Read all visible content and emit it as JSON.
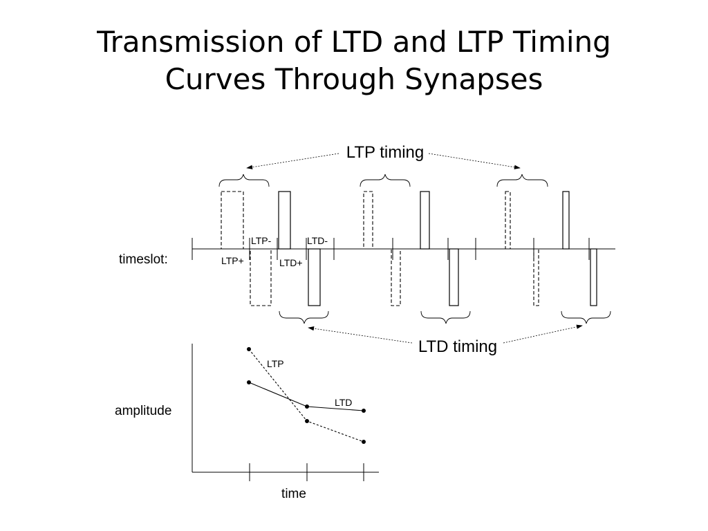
{
  "slide": {
    "title_line1": "Transmission of LTD and LTP Timing",
    "title_line2": "Curves Through Synapses"
  },
  "timing_diagram": {
    "ltp_timing_label": "LTP timing",
    "ltd_timing_label": "LTD timing",
    "timeslot_label": "timeslot:",
    "ltp_minus": "LTP-",
    "ltp_plus": "LTP+",
    "ltd_minus": "LTD-",
    "ltd_plus": "LTD+"
  },
  "amplitude_plot": {
    "ylabel": "amplitude",
    "xlabel": "time",
    "ltp_series_label": "LTP",
    "ltd_series_label": "LTD"
  },
  "colors": {
    "ink": "#000000",
    "background": "#ffffff"
  }
}
